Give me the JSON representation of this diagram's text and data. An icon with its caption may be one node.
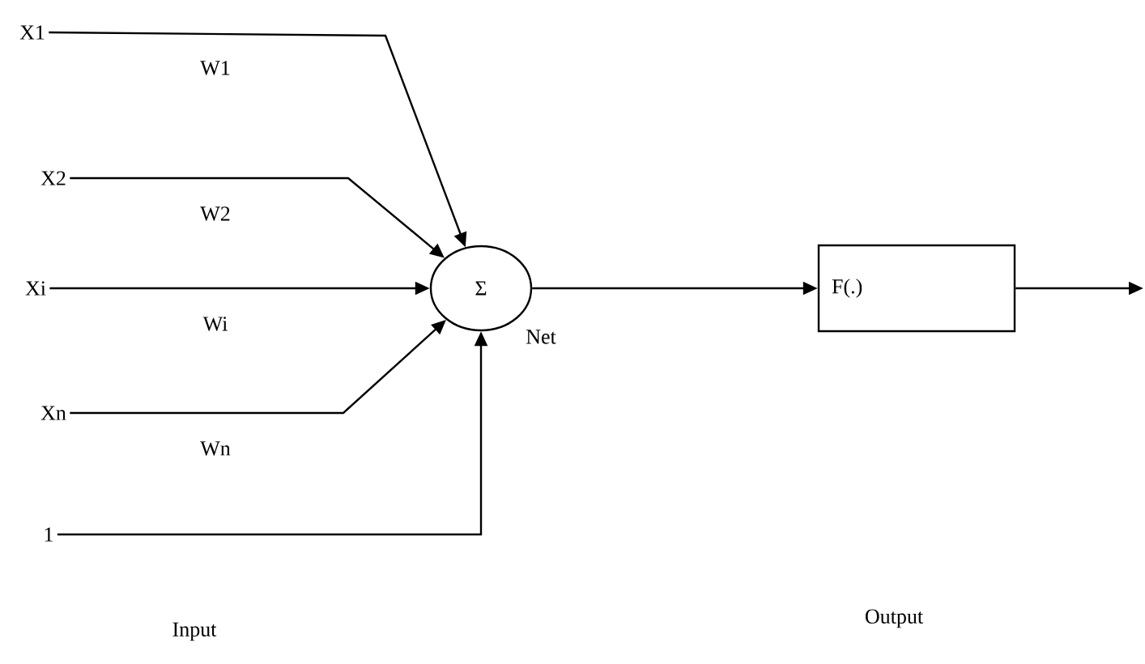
{
  "diagram": {
    "nodes": [
      {
        "text": [
          "X1"
        ]
      },
      {
        "text": [
          "X2"
        ]
      },
      {
        "text": [
          "Xi"
        ]
      },
      {
        "text": [
          "Xn"
        ]
      },
      {
        "text": [
          "1"
        ]
      },
      {
        "text": [
          "Σ"
        ],
        "beside": [
          "Net"
        ]
      },
      {
        "text": [
          "F(.)"
        ]
      }
    ],
    "edges": [
      {
        "from": 0,
        "to": 5,
        "arrow": "to",
        "label": "W1"
      },
      {
        "from": 1,
        "to": 5,
        "arrow": "to",
        "label": "W2"
      },
      {
        "from": 2,
        "to": 5,
        "arrow": "to",
        "label": "Wi"
      },
      {
        "from": 3,
        "to": 5,
        "arrow": "to",
        "label": "Wn"
      },
      {
        "from": 4,
        "to": 5,
        "arrow": "to"
      },
      {
        "from": 5,
        "to": 6,
        "arrow": "to"
      },
      {
        "from": 6,
        "to": null,
        "arrow": "to"
      }
    ],
    "labels": [
      "Input",
      "Output"
    ]
  }
}
